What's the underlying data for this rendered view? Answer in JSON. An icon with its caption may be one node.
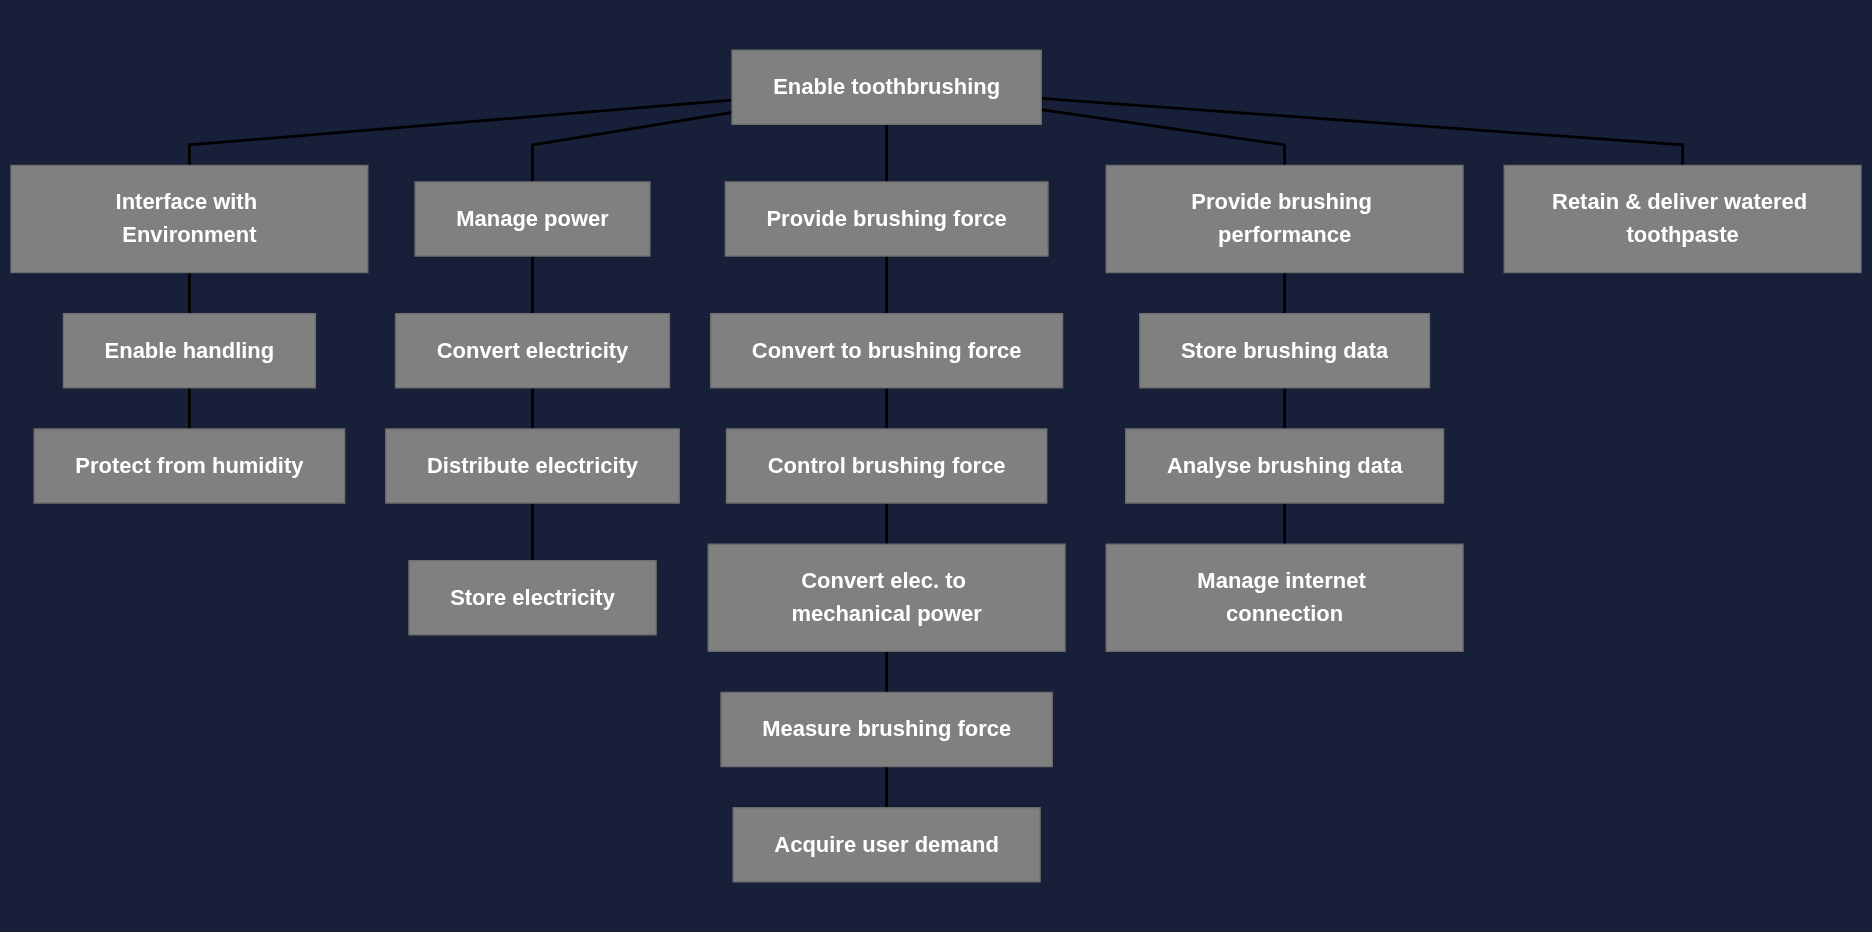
{
  "diagram": {
    "nodes": [
      {
        "text": [
          "Enable toothbrushing"
        ]
      },
      {
        "text": [
          "Interface with Environment"
        ]
      },
      {
        "text": [
          "Manage power"
        ]
      },
      {
        "text": [
          "Provide brushing force"
        ]
      },
      {
        "text": [
          "Provide brushing performance"
        ]
      },
      {
        "text": [
          "Retain & deliver watered toothpaste"
        ]
      },
      {
        "text": [
          "Enable handling"
        ]
      },
      {
        "text": [
          "Protect from humidity"
        ]
      },
      {
        "text": [
          "Convert electricity"
        ]
      },
      {
        "text": [
          "Distribute electricity"
        ]
      },
      {
        "text": [
          "Store electricity"
        ]
      },
      {
        "text": [
          "Convert to brushing force"
        ]
      },
      {
        "text": [
          "Control brushing force"
        ]
      },
      {
        "text": [
          "Convert elec. to mechanical power"
        ]
      },
      {
        "text": [
          "Measure brushing force"
        ]
      },
      {
        "text": [
          "Acquire user demand"
        ]
      },
      {
        "text": [
          "Store brushing data"
        ]
      },
      {
        "text": [
          "Analyse brushing data"
        ]
      },
      {
        "text": [
          "Manage internet connection"
        ]
      }
    ],
    "edges": [
      {
        "from": 0,
        "to": 1,
        "arrow": "none"
      },
      {
        "from": 0,
        "to": 2,
        "arrow": "none"
      },
      {
        "from": 0,
        "to": 3,
        "arrow": "none"
      },
      {
        "from": 0,
        "to": 4,
        "arrow": "none"
      },
      {
        "from": 0,
        "to": 5,
        "arrow": "none"
      },
      {
        "from": 1,
        "to": 6,
        "arrow": "none"
      },
      {
        "from": 6,
        "to": 7,
        "arrow": "none"
      },
      {
        "from": 2,
        "to": 8,
        "arrow": "none"
      },
      {
        "from": 8,
        "to": 9,
        "arrow": "none"
      },
      {
        "from": 9,
        "to": 10,
        "arrow": "none"
      },
      {
        "from": 3,
        "to": 11,
        "arrow": "none"
      },
      {
        "from": 11,
        "to": 12,
        "arrow": "none"
      },
      {
        "from": 12,
        "to": 13,
        "arrow": "none"
      },
      {
        "from": 13,
        "to": 14,
        "arrow": "none"
      },
      {
        "from": 14,
        "to": 15,
        "arrow": "none"
      },
      {
        "from": 4,
        "to": 16,
        "arrow": "none"
      },
      {
        "from": 16,
        "to": 17,
        "arrow": "none"
      },
      {
        "from": 17,
        "to": 18,
        "arrow": "none"
      }
    ]
  }
}
